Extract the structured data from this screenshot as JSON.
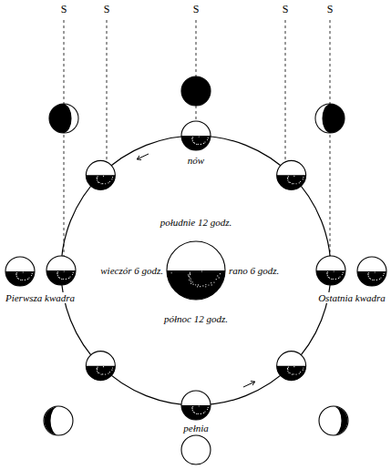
{
  "diagram": {
    "labels": [
      "S",
      "S",
      "S",
      "S",
      "S",
      "nów",
      "południe 12 godz.",
      "wieczór 6 godz.",
      "rano 6 godz.",
      "Pierwsza kwadra",
      "Ostatnia kwadra",
      "północ 12 godz.",
      "pełnia"
    ]
  }
}
